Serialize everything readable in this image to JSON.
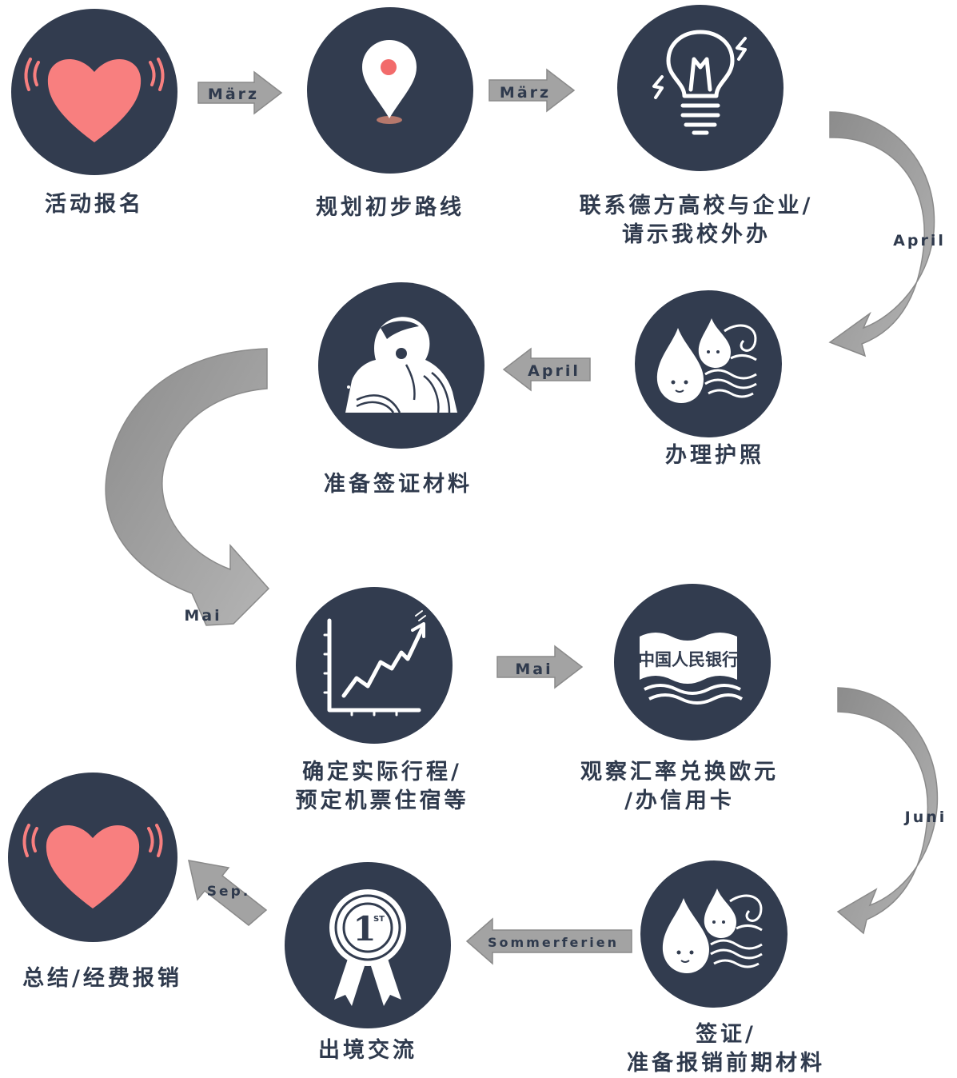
{
  "steps": [
    {
      "id": "signup",
      "label_lines": [
        "活动报名"
      ],
      "icon": "heart-icon"
    },
    {
      "id": "route",
      "label_lines": [
        "规划初步路线"
      ],
      "icon": "map-pin-icon"
    },
    {
      "id": "contact",
      "label_lines": [
        "联系德方高校与企业/",
        "请示我校外办"
      ],
      "icon": "lightbulb-icon"
    },
    {
      "id": "passport",
      "label_lines": [
        "办理护照"
      ],
      "icon": "water-drop-wave-icon"
    },
    {
      "id": "visa-materials",
      "label_lines": [
        "准备签证材料"
      ],
      "icon": "woman-portrait-icon"
    },
    {
      "id": "itinerary",
      "label_lines": [
        "确定实际行程/",
        "预定机票住宿等"
      ],
      "icon": "growth-chart-icon"
    },
    {
      "id": "currency",
      "label_lines": [
        "观察汇率兑换欧元",
        "/办信用卡"
      ],
      "icon": "banknote-icon"
    },
    {
      "id": "visa",
      "label_lines": [
        "签证/",
        "准备报销前期材料"
      ],
      "icon": "water-drop-wave-icon"
    },
    {
      "id": "exchange",
      "label_lines": [
        "出境交流"
      ],
      "icon": "first-place-medal-icon"
    },
    {
      "id": "summary",
      "label_lines": [
        "总结/经费报销"
      ],
      "icon": "heart-icon"
    }
  ],
  "arrows": [
    {
      "id": "signup-to-route",
      "label": "März"
    },
    {
      "id": "route-to-contact",
      "label": "März"
    },
    {
      "id": "contact-to-passport",
      "label": "April"
    },
    {
      "id": "passport-to-visa-materials",
      "label": "April"
    },
    {
      "id": "visa-materials-to-itinerary",
      "label": "Mai"
    },
    {
      "id": "itinerary-to-currency",
      "label": "Mai"
    },
    {
      "id": "currency-to-visa",
      "label": "Juni"
    },
    {
      "id": "visa-to-exchange",
      "label": "Sommerferien"
    },
    {
      "id": "exchange-to-summary",
      "label": "Sep."
    }
  ],
  "banknote_text": "中国人民银行",
  "medal_text": {
    "number": "1",
    "suffix": "ST"
  },
  "colors": {
    "circle": "#323c4f",
    "heart": "#f87f7f",
    "pin_dot": "#f26b6b",
    "arrow": "#9a9a9a",
    "arrow_dark": "#7d7d7d",
    "label": "#2f3a4d"
  }
}
